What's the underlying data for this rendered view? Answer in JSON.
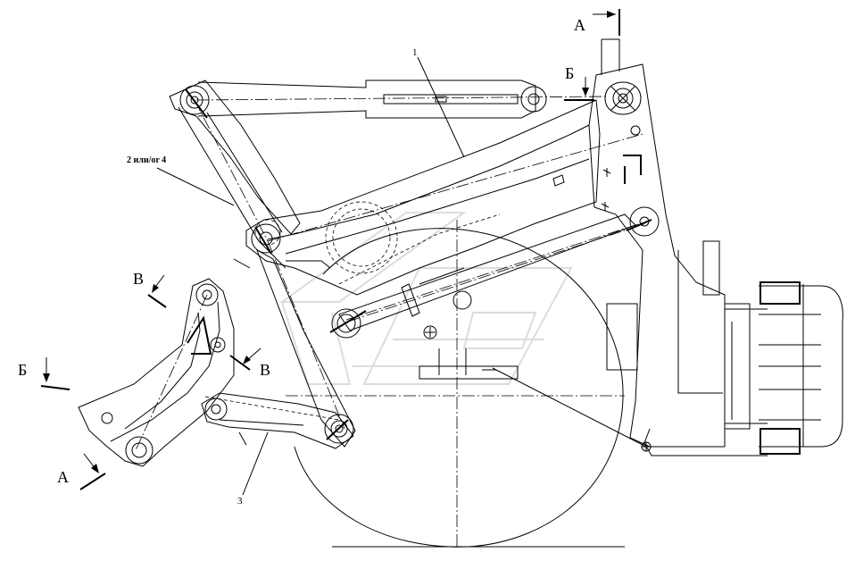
{
  "labels": {
    "part_1": "1",
    "part_2_or_4": "2 или/or 4",
    "part_3": "3"
  },
  "section_marks": {
    "a_top": "А",
    "b_top": "Б",
    "v_left": "В",
    "v_mid": "В",
    "b_left": "Б",
    "a_bottom": "А"
  }
}
